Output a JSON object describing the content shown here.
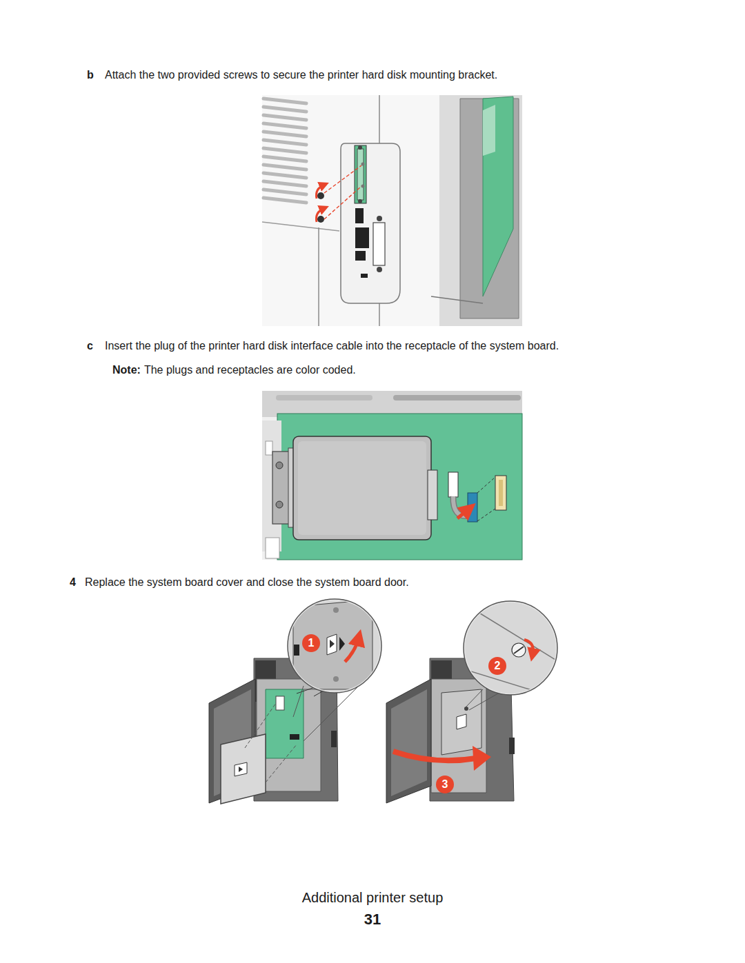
{
  "diagram": {
    "labels": [
      "b",
      "Attach the two provided screws to secure the printer hard disk mounting bracket.",
      "c",
      "Insert the plug of the printer hard disk interface cable into the receptacle of the system board.",
      "Note:",
      "The plugs and receptacles are color coded.",
      "4",
      "Replace the system board cover and close the system board door.",
      "1",
      "2",
      "3",
      "Additional printer setup",
      "31"
    ]
  }
}
